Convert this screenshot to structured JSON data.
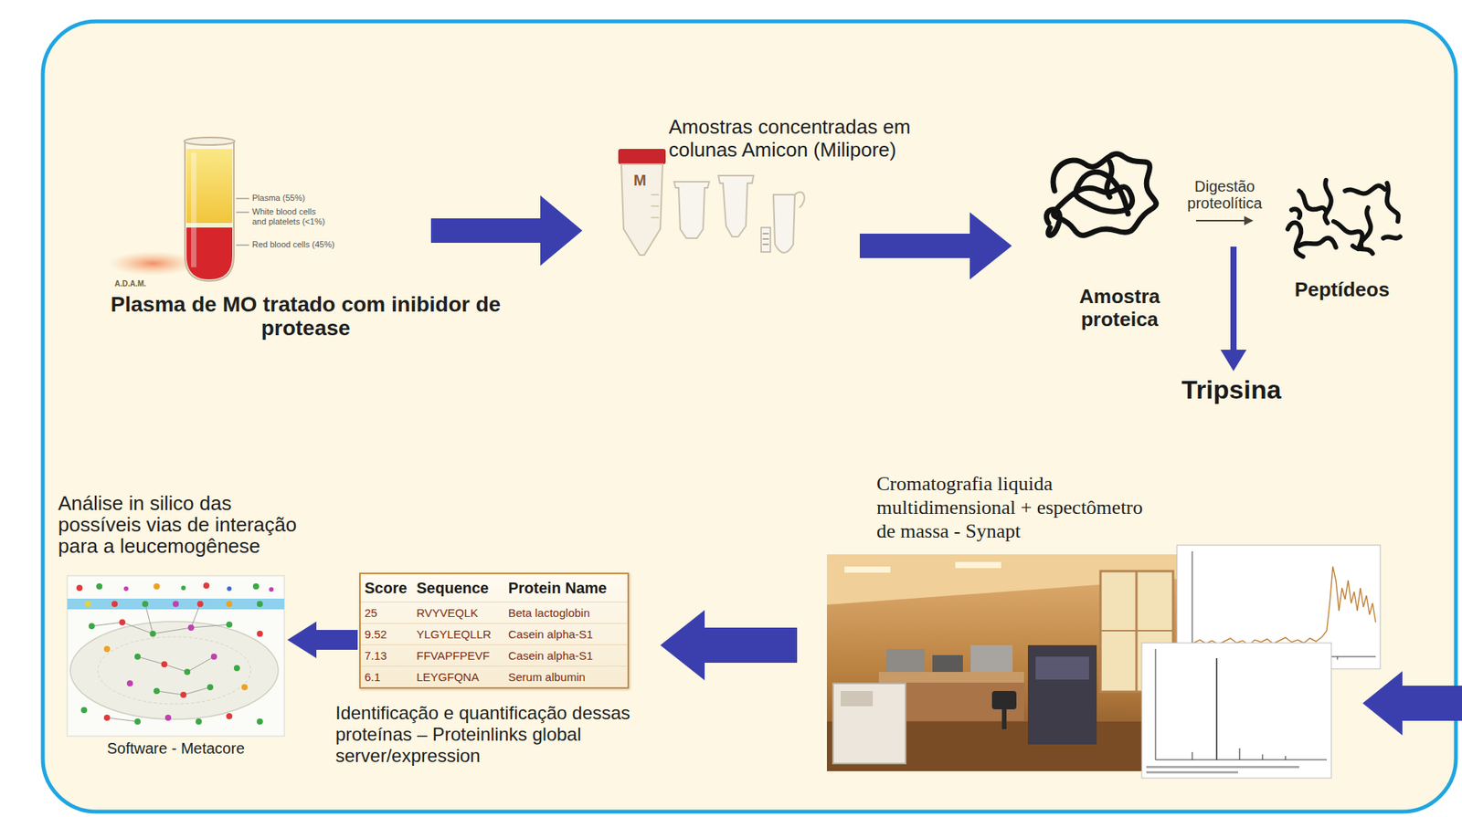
{
  "diagram": {
    "nodes": [
      {
        "text": [
          "Plasma de MO tratado com inibidor de protease"
        ]
      },
      {
        "text": [
          "Amostras concentradas em colunas Amicon (Milipore)"
        ]
      },
      {
        "text": [
          "Amostra proteica"
        ]
      },
      {
        "text": [
          "Peptídeos"
        ]
      },
      {
        "text": [
          "Cromatografia liquida multidimensional + espectômetro de massa - Synapt"
        ]
      },
      {
        "text": [
          "Identificação e quantificação dessas proteínas – Proteinlinks global server/expression"
        ]
      },
      {
        "text": [
          "Análise in silico das possíveis vias de interação para a leucemogênese",
          "Software - Metacore"
        ]
      }
    ],
    "edges": [
      {
        "from": 0,
        "to": 1,
        "arrow": "to"
      },
      {
        "from": 1,
        "to": 2,
        "arrow": "to"
      },
      {
        "from": 2,
        "to": 3,
        "label": "Digestão proteolítica",
        "arrow": "to"
      },
      {
        "from": 4,
        "to": 5,
        "arrow": "to"
      },
      {
        "from": 5,
        "to": 6,
        "arrow": "to"
      }
    ],
    "labels": [
      "Plasma (55%)",
      "White blood cells and platelets (<1%)",
      "Red blood cells (45%)",
      "A.D.A.M.",
      "M",
      "Tripsina",
      "Score",
      "Sequence",
      "Protein Name",
      "25",
      "RVYVEQLK",
      "Beta lactoglobin",
      "9.52",
      "YLGYLEQLLR",
      "Casein alpha-S1",
      "7.13",
      "FFVAPFPEVF",
      "Casein alpha-S1",
      "6.1",
      "LEYGFQNA",
      "Serum albumin"
    ]
  }
}
